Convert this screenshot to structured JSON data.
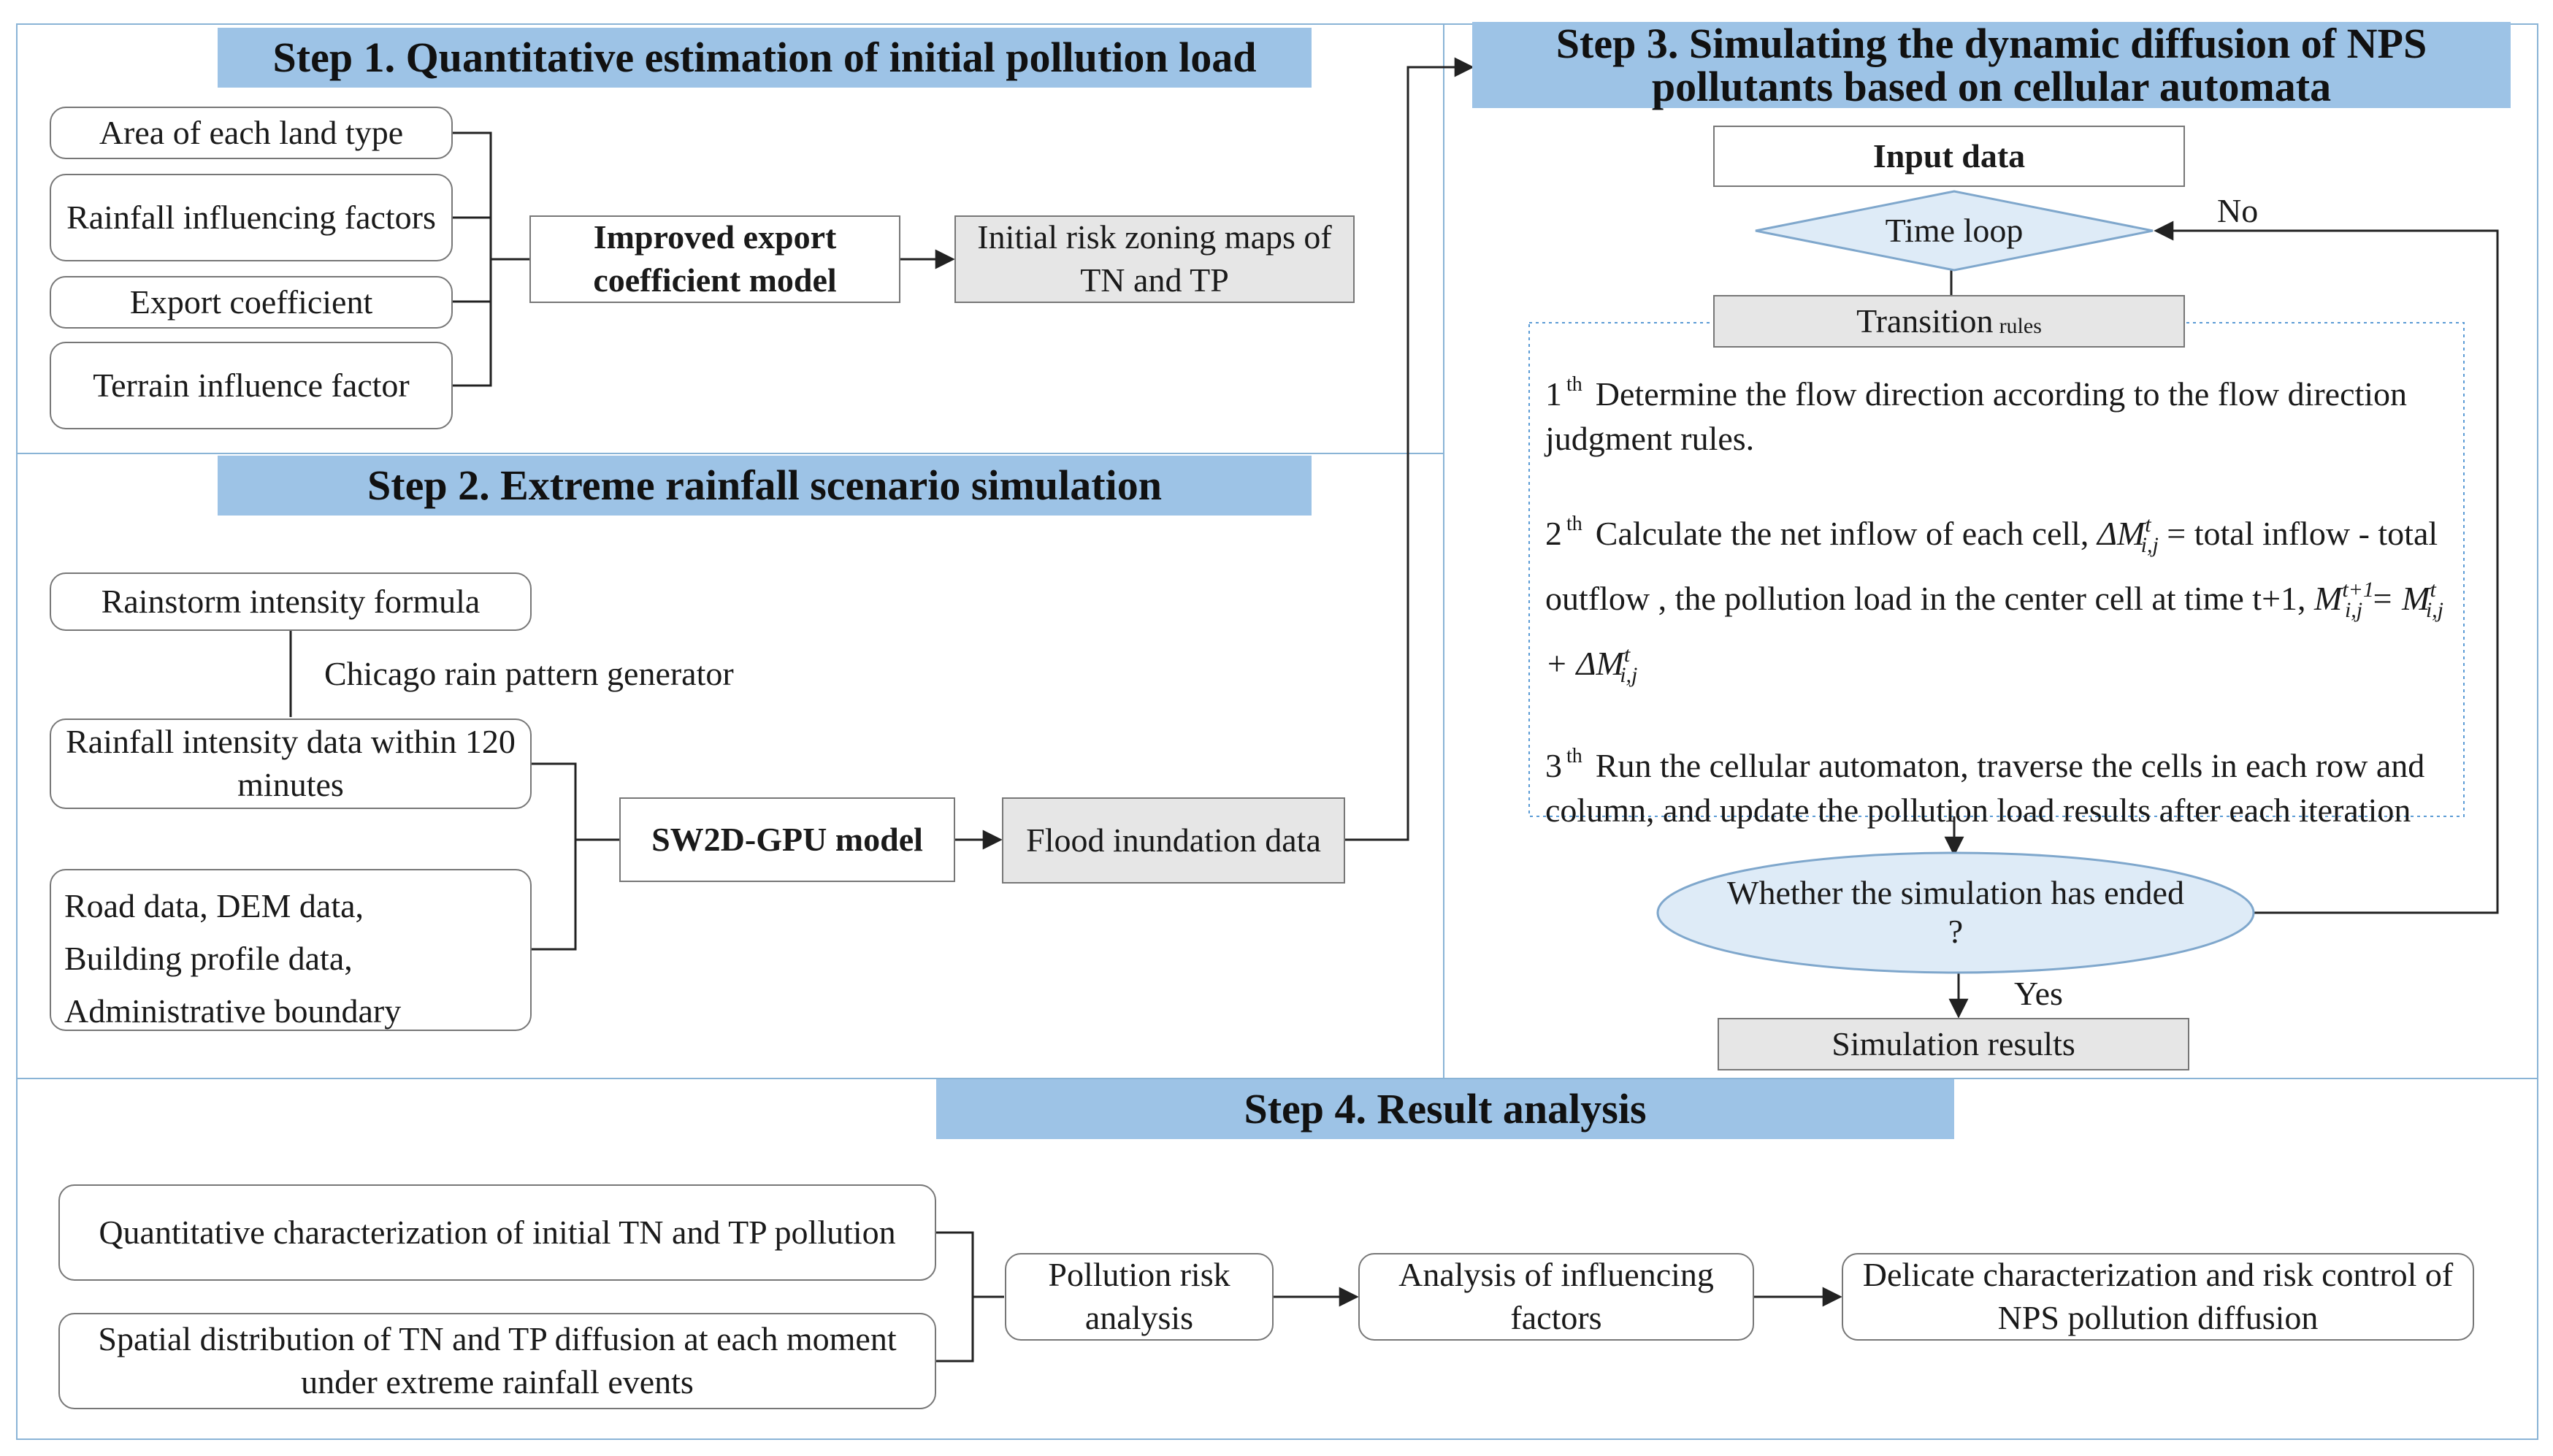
{
  "step1": {
    "header": "Step 1. Quantitative estimation of initial pollution load",
    "inputs": [
      "Area of each land type",
      "Rainfall influencing factors",
      "Export coefficient",
      "Terrain influence factor"
    ],
    "model": "Improved export coefficient model",
    "output": "Initial risk zoning maps of TN and TP"
  },
  "step2": {
    "header": "Step 2. Extreme rainfall scenario simulation",
    "formula": "Rainstorm intensity formula",
    "generator_label": "Chicago rain pattern generator",
    "intensity_data": "Rainfall intensity data within 120 minutes",
    "spatial_data": [
      "Road data, DEM data,",
      "Building profile data,",
      "Administrative boundary"
    ],
    "model": "SW2D-GPU model",
    "output": "Flood inundation data"
  },
  "step3": {
    "header": "Step 3. Simulating the dynamic diffusion of NPS pollutants based on cellular automata",
    "input": "Input data",
    "loop": "Time loop",
    "no_label": "No",
    "transition_main": "Transition",
    "transition_sub": "rules",
    "rules": {
      "r1_num": "1",
      "r1_ord": "th",
      "r1_text": "Determine the flow direction according to the flow direction judgment rules.",
      "r2_num": "2",
      "r2_ord": "th",
      "r2_text_a": "Calculate the net inflow of each cell,",
      "r2_text_b": "= total inflow - total outflow , the pollution load in the center cell at time t+1,",
      "r3_num": "3",
      "r3_ord": "th",
      "r3_text": "Run the cellular automaton, traverse the cells in each row and column, and update the pollution load results after each iteration"
    },
    "decision": "Whether the simulation has ended ?",
    "yes_label": "Yes",
    "result": "Simulation results"
  },
  "step4": {
    "header": "Step 4. Result analysis",
    "inputs": [
      "Quantitative characterization of initial TN and TP pollution",
      "Spatial distribution of TN and TP diffusion at each moment under extreme rainfall events"
    ],
    "risk": "Pollution risk analysis",
    "factors": "Analysis of influencing factors",
    "control": "Delicate characterization and risk control of NPS pollution diffusion"
  },
  "colors": {
    "header_fill": "#9dc3e6",
    "panel_border": "#8ab4d6",
    "gray_fill": "#e6e6e6",
    "diamond_fill": "#deebf7"
  }
}
